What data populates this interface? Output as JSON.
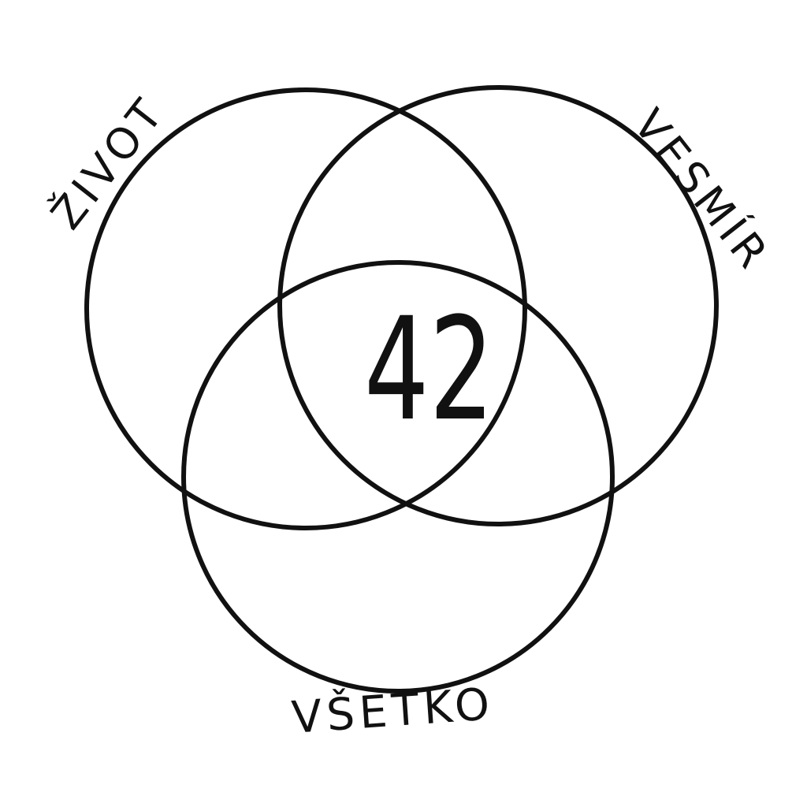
{
  "diagram": {
    "type": "venn",
    "sets": [
      {
        "label": "ŽIVOT"
      },
      {
        "label": "VESMÍR"
      },
      {
        "label": "VŠETKO"
      }
    ],
    "intersection_label": "42",
    "stroke_color": "#111111",
    "background": "#ffffff"
  }
}
